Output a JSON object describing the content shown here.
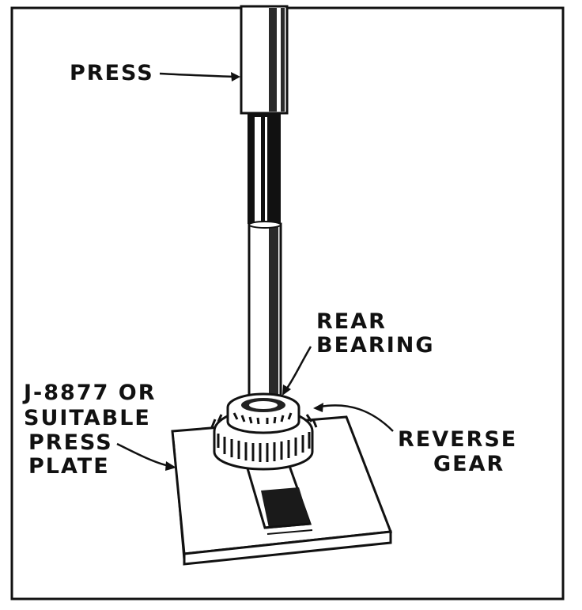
{
  "labels": {
    "press": "PRESS",
    "rear_bearing_line1": "REAR",
    "rear_bearing_line2": "BEARING",
    "press_plate_line1": "J-8877 OR",
    "press_plate_line2": "SUITABLE",
    "press_plate_line3": "PRESS",
    "press_plate_line4": "PLATE",
    "reverse_gear_line1": "REVERSE",
    "reverse_gear_line2": "GEAR"
  },
  "colors": {
    "ink": "#111111",
    "paper": "#ffffff",
    "shade": "#3a3a3a"
  }
}
